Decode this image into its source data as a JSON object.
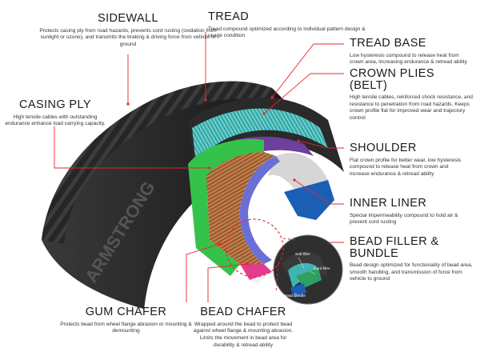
{
  "callouts": {
    "sidewall": {
      "title": "SIDEWALL",
      "desc": "Protects casing ply from road hazards, prevents cord rusting (oxidation from sunlight or ozone), and transmits the braking & driving force from vehicle to ground"
    },
    "tread": {
      "title": "TREAD",
      "desc": "Tread compound optimized according to individual pattern design & usage condition"
    },
    "tread_base": {
      "title": "TREAD BASE",
      "desc": "Low hysteresis compound to release heat from crown area, increasing endurance & retread ability"
    },
    "crown_plies": {
      "title": "CROWN PLIES (BELT)",
      "desc": "High tensile cables, reinforced shock resistance, and resistance to penetration from road hazards. Keeps crown profile flat for improved wear and trajectory control"
    },
    "casing_ply": {
      "title": "CASING PLY",
      "desc": "High tensile cables with outstanding endurance enhance load carrying capacity."
    },
    "shoulder": {
      "title": "SHOULDER",
      "desc": "Flat crown profile for better wear, low hysteresis compound to release heat from crown and increase endurance & retread ability"
    },
    "inner_liner": {
      "title": "INNER LINER",
      "desc": "Special impermeability compound to hold air & prevent cord rusting"
    },
    "bead_filler": {
      "title": "BEAD FILLER & BUNDLE",
      "desc": "Bead design optimized for functionality of bead area, smooth handling, and transmission of force from vehicle to ground"
    },
    "gum_chafer": {
      "title": "GUM CHAFER",
      "desc": "Protects bead from wheel flange abrasion or mounting & demounting"
    },
    "bead_chafer": {
      "title": "BEAD CHAFER",
      "desc": "Wrapped around the bead to protect bead against wheel flange & mounting abrasion. Limits the movement in bead area for durability & retread ability"
    }
  },
  "inset_labels": {
    "soft_filler": "Soft filler",
    "hard_filler": "Hard filler",
    "bead_bundle": "Bead bundle"
  },
  "brand_text": "ARMSTRONG",
  "colors": {
    "leader": "#e8262b",
    "tread_rubber": "#2b2b2b",
    "belt": "#3fb4b4",
    "casing": "#a05a2c",
    "shoulder": "#38c24a",
    "inner_liner": "#6a6fd6",
    "bead": "#1b5fb5",
    "text": "#1a1a1a"
  }
}
